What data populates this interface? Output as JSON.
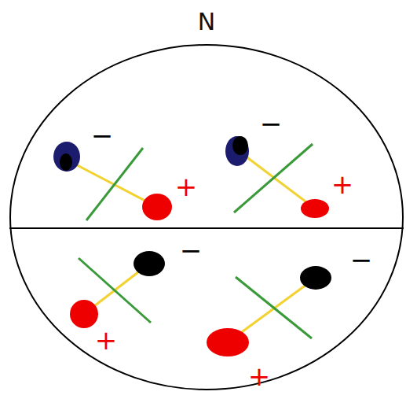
{
  "diagram": {
    "nodes": [
      {
        "text": [
          "N"
        ]
      }
    ],
    "labels": [
      "−",
      "+",
      "−",
      "+",
      "−",
      "+",
      "−",
      "+"
    ]
  }
}
